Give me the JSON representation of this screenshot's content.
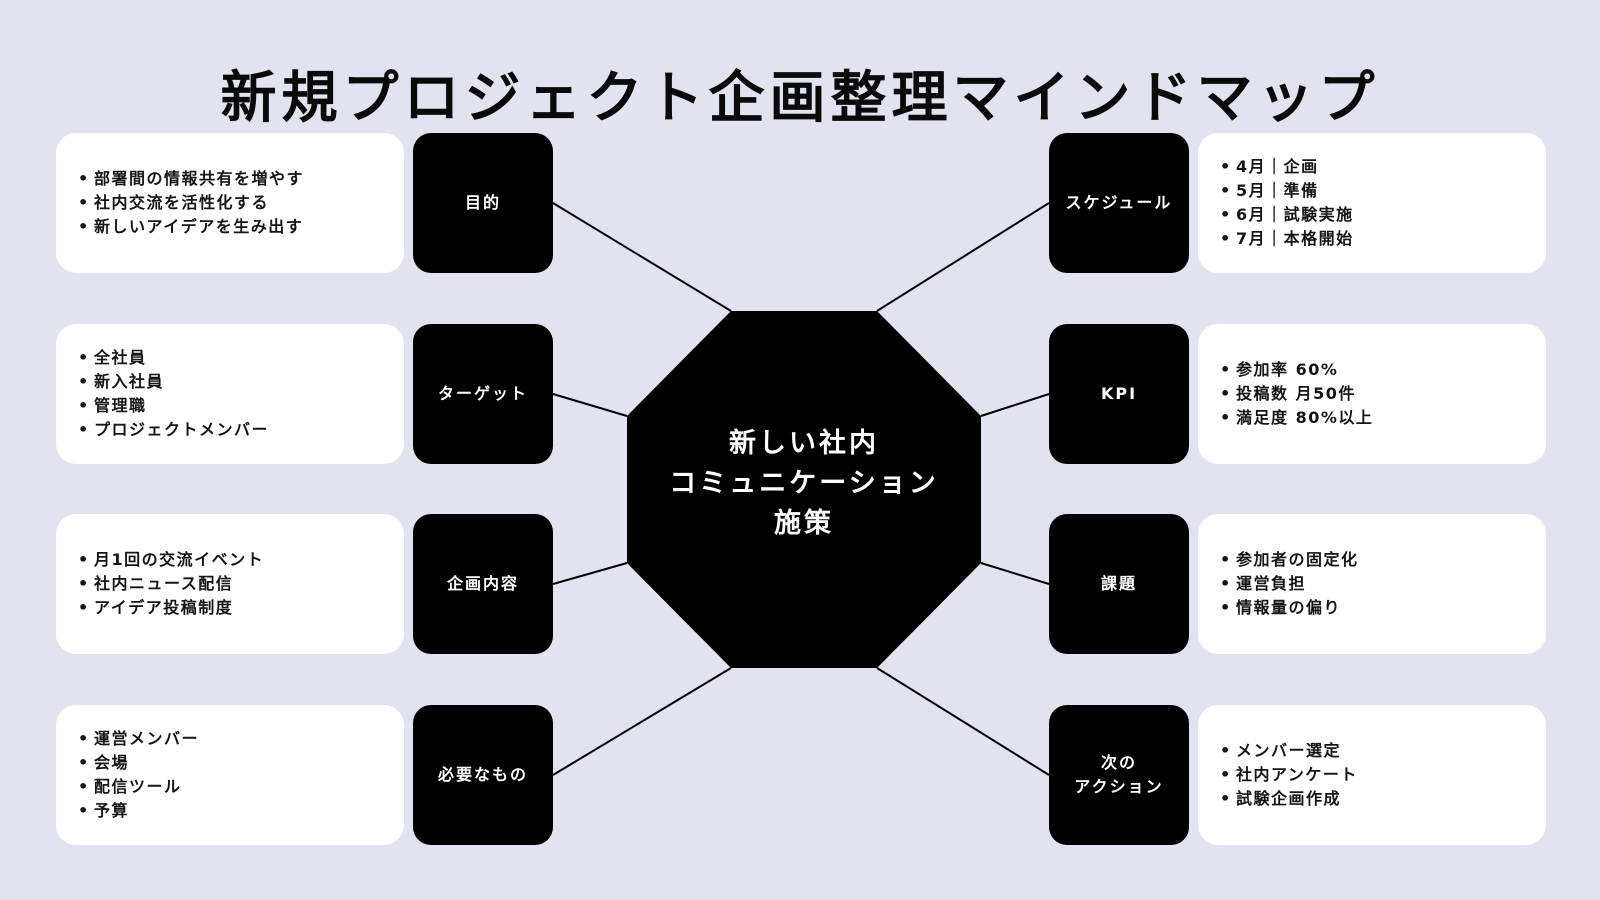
{
  "title": "新規プロジェクト企画整理マインドマップ",
  "center": {
    "lines": [
      "新しい社内",
      "コミュニケーション",
      "施策"
    ]
  },
  "colors": {
    "background": "#e1e3ef",
    "node": "#000000",
    "card": "#ffffff",
    "connector": "#000000"
  },
  "left_branches": [
    {
      "label": "目的",
      "items": [
        "部署間の情報共有を増やす",
        "社内交流を活性化する",
        "新しいアイデアを生み出す"
      ]
    },
    {
      "label": "ターゲット",
      "items": [
        "全社員",
        "新入社員",
        "管理職",
        "プロジェクトメンバー"
      ]
    },
    {
      "label": "企画内容",
      "items": [
        "月1回の交流イベント",
        "社内ニュース配信",
        "アイデア投稿制度"
      ]
    },
    {
      "label": "必要なもの",
      "items": [
        "運営メンバー",
        "会場",
        "配信ツール",
        "予算"
      ]
    }
  ],
  "right_branches": [
    {
      "label": "スケジュール",
      "items": [
        "4月｜企画",
        "5月｜準備",
        "6月｜試験実施",
        "7月｜本格開始"
      ]
    },
    {
      "label": "KPI",
      "items": [
        "参加率 60%",
        "投稿数 月50件",
        "満足度 80%以上"
      ]
    },
    {
      "label": "課題",
      "items": [
        "参加者の固定化",
        "運営負担",
        "情報量の偏り"
      ]
    },
    {
      "label": "次の\nアクション",
      "items": [
        "メンバー選定",
        "社内アンケート",
        "試験企画作成"
      ]
    }
  ]
}
